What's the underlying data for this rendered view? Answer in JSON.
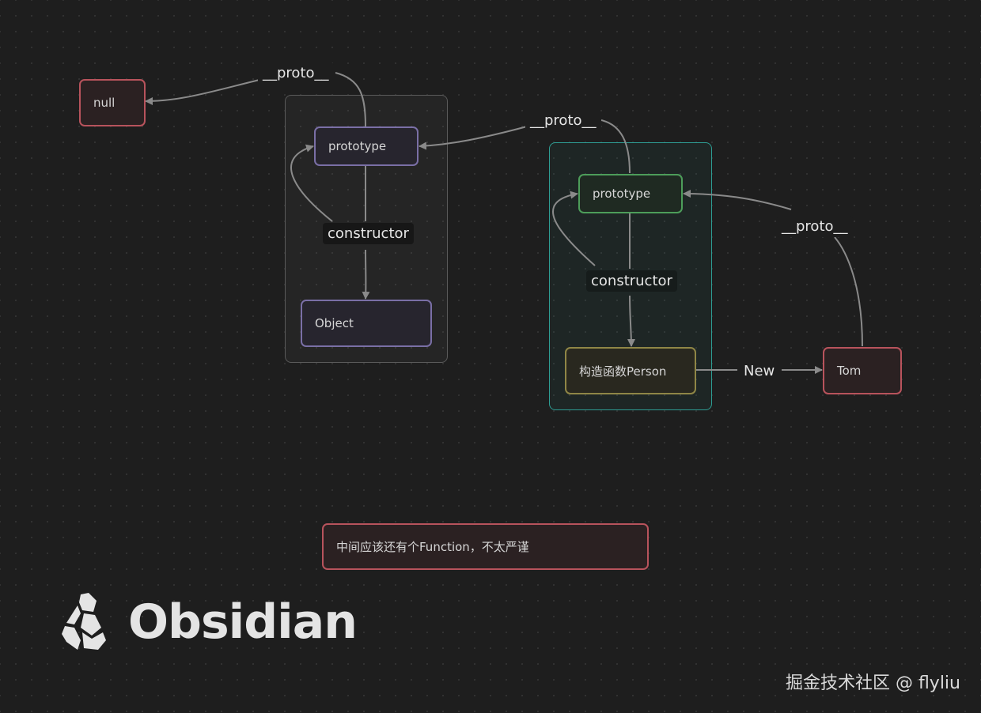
{
  "nodes": {
    "null": "null",
    "object_prototype": "prototype",
    "object": "Object",
    "person_prototype": "prototype",
    "person_constructor": "构造函数Person",
    "tom": "Tom",
    "note": "中间应该还有个Function，不太严谨"
  },
  "edges": {
    "proto_1": "__proto__",
    "proto_2": "__proto__",
    "proto_3": "__proto__",
    "constructor_1": "constructor",
    "constructor_2": "constructor",
    "new": "New"
  },
  "branding": {
    "logo": "Obsidian",
    "watermark": "掘金技术社区 @ flyliu"
  },
  "colors": {
    "background": "#1e1e1e",
    "red": "#b8535c",
    "purple": "#7a6fa6",
    "green": "#4d9d5a",
    "teal": "#2e9d93",
    "yellow": "#8f8646",
    "edge": "#8a8a8a"
  }
}
